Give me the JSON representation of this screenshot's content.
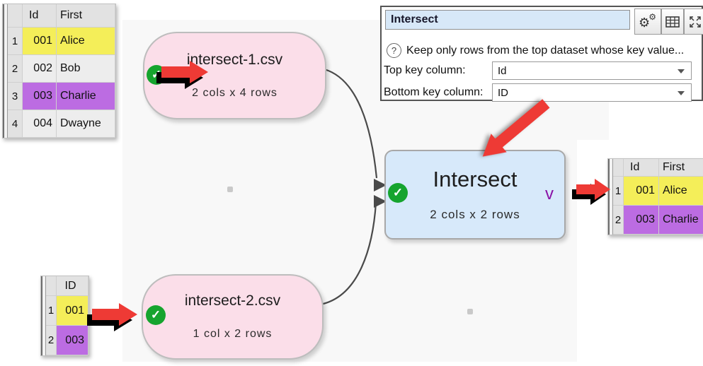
{
  "panel": {
    "title": "Intersect",
    "help_text": "Keep only rows from the top dataset whose key value...",
    "top_key_label": "Top key column:",
    "top_key_value": "Id",
    "bottom_key_label": "Bottom key column:",
    "bottom_key_value": "ID"
  },
  "nodes": {
    "input1": {
      "title": "intersect-1.csv",
      "subtitle": "2 cols x 4 rows"
    },
    "input2": {
      "title": "intersect-2.csv",
      "subtitle": "1 col x 2 rows"
    },
    "intersect": {
      "title": "Intersect",
      "subtitle": "2 cols x 2 rows"
    }
  },
  "tables": {
    "source1": {
      "headers": [
        "Id",
        "First"
      ],
      "rows": [
        {
          "n": "1",
          "id": "001",
          "first": "Alice",
          "highlight": "yellow"
        },
        {
          "n": "2",
          "id": "002",
          "first": "Bob",
          "highlight": "none"
        },
        {
          "n": "3",
          "id": "003",
          "first": "Charlie",
          "highlight": "purple"
        },
        {
          "n": "4",
          "id": "004",
          "first": "Dwayne",
          "highlight": "none"
        }
      ]
    },
    "source2": {
      "headers": [
        "ID"
      ],
      "rows": [
        {
          "n": "1",
          "id": "001",
          "highlight": "yellow"
        },
        {
          "n": "2",
          "id": "003",
          "highlight": "purple"
        }
      ]
    },
    "result": {
      "headers": [
        "Id",
        "First"
      ],
      "rows": [
        {
          "n": "1",
          "id": "001",
          "first": "Alice",
          "highlight": "yellow"
        },
        {
          "n": "2",
          "id": "003",
          "first": "Charlie",
          "highlight": "purple"
        }
      ]
    }
  },
  "icons": {
    "check_glyph": "✓",
    "collapse_glyph": "v",
    "help_glyph": "?",
    "gear_glyph": "⚙"
  },
  "colors": {
    "highlight_yellow": "#f4ee59",
    "highlight_purple": "#bc6ce2",
    "node_pink": "#fbdee9",
    "node_blue": "#d7e9fa",
    "status_green": "#16a42e",
    "arrow_red": "#ee3a35",
    "collapse_purple": "#8a12a6"
  }
}
